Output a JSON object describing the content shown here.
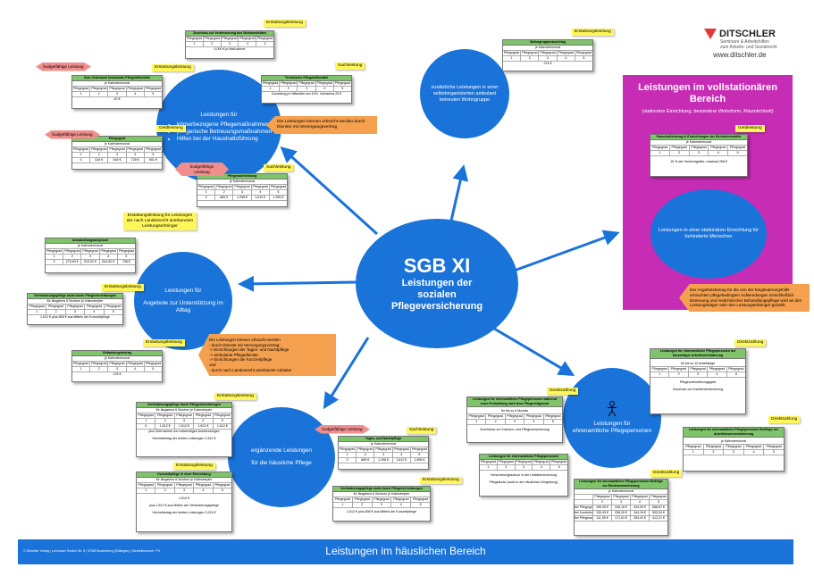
{
  "center": {
    "title": "SGB XI",
    "subtitle": "Leistungen der sozialen Pflegeversicherung"
  },
  "logo": {
    "name": "DITSCHLER",
    "line1": "Seminare & Arbeitshilfen",
    "line2": "zum Arbeits- und Sozialrecht",
    "url": "www.ditschler.de"
  },
  "footer": {
    "label": "Leistungen im häuslichen Bereich",
    "small": "© Ditschler Verlag | Lorchauer Straße Str. 5 | 37083 Bodenburg (Göttingen) | Bestellnummer: P3"
  },
  "colors": {
    "bubble": "#1a73d9",
    "arrow": "#1a73d9",
    "purple": "#c72cb5",
    "green": "#7fc36b",
    "yellow": "#fff75a",
    "pink": "#f08e8e",
    "orange": "#f5a04e"
  },
  "bubbles": {
    "pflege": {
      "title": "Leistungen für",
      "items": [
        "körperbezogene Pflegemaßnahmen",
        "pflegerische Betreuungsmaßnahmen",
        "Hilfen bei der Haushaltsführung"
      ]
    },
    "wohngruppe": {
      "text": "zusätzliche Leistungen in einer selbstorganisierten ambulant betreuten Wohngruppe"
    },
    "alltag": {
      "line1": "Leistungen für",
      "line2": "Angebote zur Unterstützung im Alltag"
    },
    "ergaenzend": {
      "line1": "ergänzende Leistungen",
      "line2": "für die häusliche Pflege"
    },
    "ehrenamt": {
      "line1": "Leistungen für",
      "line2": "ehrenamtliche Pflegepersonen"
    },
    "behinderte": {
      "text": "Leistungen in einer stationären Einrichtung für behinderte Menschen"
    }
  },
  "purple": {
    "title": "Leistungen im vollstationären Bereich",
    "sub": "(stationäre Einrichtung, besondere Wohnform, Räumlichkeit)"
  },
  "tags": {
    "e": "Erstattungsleistung",
    "s": "Sachleistung",
    "g": "Geldleistung",
    "d": "Direktzahlung",
    "budget": "budgetfähige Leistung",
    "landes": "Erstattungsleistung für Leistungen der nach Landesrecht anerkannten Leistungserbringer"
  },
  "notes": {
    "pflege": "Die Leistungen können erbracht werden durch Dienste mit Versorgungsvertrag",
    "alltag": "Die Leistungen können erbracht werden\n- durch Dienste mit Versorgungsvertrag:\n  -> Einrichtungen der Tages- und Nachtpflege\n  -> ambulante Pflegedienste\n  -> Einrichtungen der Kurzzeitpflege\nund\n- durch nach Landesrecht anerkannte Anbieter",
    "purple": "Der Angebotsbetrag für die von der Eingliederungshilfe erbrachten pflegebedingten Aufwendungen einschließlich Betreuung und medizinischer Behandlungspflege wird an den Leistungsträger oder den Leistungserbringer gezahlt."
  },
  "pg": [
    "Pflegegrad",
    "Pflegegrad",
    "Pflegegrad",
    "Pflegegrad",
    "Pflegegrad"
  ],
  "n5": [
    "1",
    "2",
    "3",
    "4",
    "5"
  ],
  "tables": {
    "wohn": {
      "title": "Zuschuss zur Verbesserung des Wohnumfeldes",
      "foot": "4.000 € je Maßnahme"
    },
    "entl": {
      "title": "Zum Verbrauch bestimmte Pflegehilfsmittel",
      "sub": "je Kalendermonat",
      "foot": "40 €"
    },
    "techn": {
      "title": "Technische Pflegehilfsmittel",
      "foot": "Zuzahlung je Hilfsmittel von 10%, höchstens 25 €"
    },
    "pgeld": {
      "title": "Pflegegeld",
      "sub": "je Kalendermonat",
      "vals": [
        "0",
        "316 €",
        "545 €",
        "728 €",
        "901 €"
      ]
    },
    "psach": {
      "title": "Pflegesachleistung",
      "sub": "je Kalendermonat",
      "vals": [
        "0",
        "689 €",
        "1.298 €",
        "1.612 €",
        "1.995 €"
      ]
    },
    "wg": {
      "title": "Wohngruppenzuschlag",
      "sub": "je Kalendermonat",
      "foot": "214 €"
    },
    "umw": {
      "title": "Umwandlungsanspruch",
      "sub": "je Kalendermonat",
      "vals": [
        "0",
        "275,60 €",
        "519,20 €",
        "644,80 €",
        "798 €"
      ]
    },
    "verh": {
      "title": "Verhinderungspflege nicht durch Pflegeeinrichtungen",
      "sub": "für längstens 6 Wochen je Kalenderjahr",
      "foot": "1.612 € plus 806 € aus Mitteln der Kurzzeitpflege"
    },
    "entlast": {
      "title": "Entlastungsbetrag",
      "sub": "je Kalendermonat",
      "foot": "125 €"
    },
    "verh2": {
      "title": "Verhinderungspflege durch Pflegeeinrichtungen",
      "sub": "für längstens 6 Wochen je Kalenderjahr",
      "vals": [
        "0",
        "1.612 €",
        "1.612 €",
        "1.612 €",
        "1.612 €"
      ],
      "foot": "plus Übernahme von notwendigen Aufwendungen",
      "foot2": "Höchstbetrag der beiden Leistungen 1.612 €"
    },
    "tages": {
      "title": "Tages- und Nachtpflege",
      "sub": "je Kalendermonat",
      "vals": [
        "0",
        "689 €",
        "1.298 €",
        "1.612 €",
        "1.995 €"
      ]
    },
    "kurz": {
      "title": "Kurzzeitpflege in einer Einrichtung",
      "sub": "für längstens 8 Wochen je Kalenderjahr",
      "foot": "1.612 €",
      "foot2": "plus 1.612 € aus Mitteln der Verhinderungspflege",
      "foot3": "Höchstbetrag der beiden Leistungen 3.224 €"
    },
    "verh3": {
      "title": "Verhinderungspflege nicht durch Pflegeeinrichtungen",
      "sub": "für längstens 6 Wochen je Kalenderjahr",
      "foot": "1.612 € plus 806 € aus Mitteln der Kurzzeitpflege"
    },
    "behind": {
      "title": "Pauschalleistung in Einrichtungen der Behindertenhilfe",
      "sub": "je Kalendermonat",
      "foot": "15 % der Heimentgeltes, maximal 266 €"
    },
    "ehr1": {
      "title": "Leistungen für ehrenamtliche Pflegepersonen bei kurzzeitiger Arbeitsverhinderung",
      "sub": "für bis zu 10 Arbeitstage",
      "foot": "Pflegeunterstützungsgeld",
      "foot2": "Zuschuss zur Krankenversicherung"
    },
    "ehr2": {
      "title": "Leistungen für ehrenamtliche Pflegepersonen während einer Freistellung nach dem Pflegezeitgesetz",
      "sub": "für bis zu 6 Monate",
      "foot": "Zuschüsse zur Kranken- und Pflegeversicherung"
    },
    "ehr3": {
      "title": "Leistungen für ehrenamtliche Pflegepersonen Beiträge zur Arbeitslosenversicherung",
      "sub": "je Kalendermonat"
    },
    "ehr4": {
      "title": "Leistungen für ehrenamtliche Pflegepersonen",
      "foot": "Versicherungsschutz in der Unfallversicherung",
      "foot2": "Pflegekurse (auch in der häuslichen Umgebung)"
    },
    "ehr5": {
      "title": "Leistungen für ehrenamtliche Pflegepersonen Beiträge zur Rentenversicherung",
      "sub": "je Kalendermonat",
      "rows": [
        [
          "bei Pflegegeld",
          "159,35 €",
          "245,16 €",
          "404,90 €",
          "588,87 €"
        ],
        [
          "bei Kombileistung",
          "135,45 €",
          "208,39 €",
          "344,16 €",
          "500,54 €"
        ],
        [
          "bei Pflegesachleistung",
          "111,55 €",
          "171,61 €",
          "283,42 €",
          "412,21 €"
        ]
      ]
    }
  }
}
